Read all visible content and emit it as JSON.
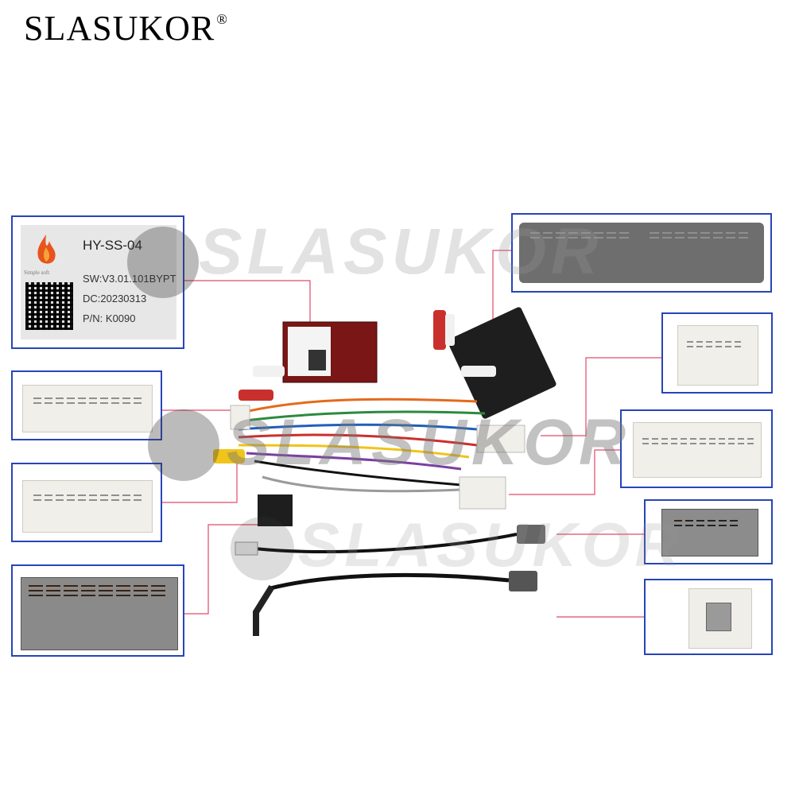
{
  "brand": {
    "name": "SLASUKOR",
    "mark": "®"
  },
  "watermarks": [
    "SLASUKOR",
    "SLASUKOR",
    "SLASUKOR"
  ],
  "module_label": {
    "model": "HY-SS-04",
    "brand_small": "Simple soft",
    "software": "SW:V3.01.101BYPT",
    "date_code": "DC:20230313",
    "part_number": "P/N: K0090"
  },
  "colors": {
    "frame_border": "#2745b8",
    "leader_line": "#e04a6a",
    "connector_white": "#f2f2f2",
    "connector_gray": "#7a7a7a"
  },
  "icons": [
    "flame-icon",
    "qr-code-icon"
  ]
}
